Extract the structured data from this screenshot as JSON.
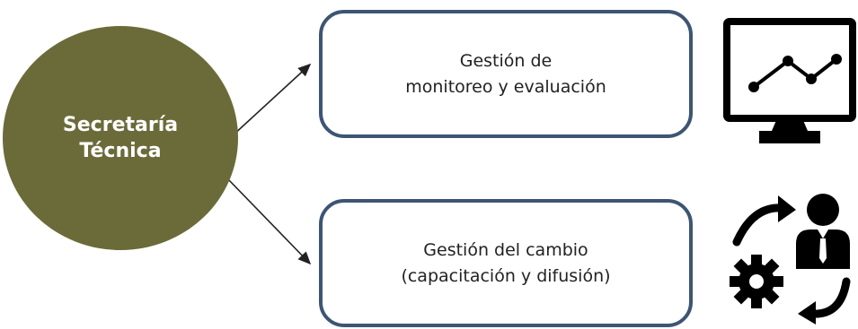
{
  "central": {
    "line1": "Secretaría",
    "line2": "Técnica"
  },
  "boxes": [
    {
      "line1": "Gestión de",
      "line2": "monitoreo y evaluación",
      "icon": "monitor-chart-icon"
    },
    {
      "line1": "Gestión del cambio",
      "line2": "(capacitación y difusión)",
      "icon": "gear-person-cycle-icon"
    }
  ],
  "colors": {
    "circle": "#6b6b3a",
    "box_border": "#3d5573",
    "arrow": "#222222",
    "icon": "#000000"
  }
}
